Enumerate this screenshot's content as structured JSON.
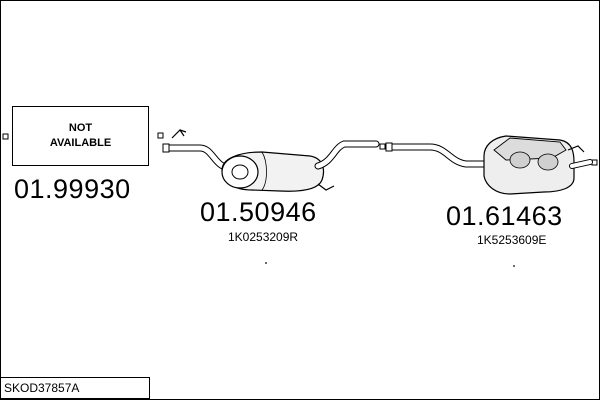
{
  "diagram": {
    "parts": [
      {
        "part_number": "01.99930",
        "image_text_line1": "NOT",
        "image_text_line2": "AVAILABLE",
        "oem": ""
      },
      {
        "part_number": "01.50946",
        "oem": "1K0253209R"
      },
      {
        "part_number": "01.61463",
        "oem": "1K5253609E"
      }
    ],
    "system_code": "SKOD37857A"
  },
  "colors": {
    "line": "#000000",
    "pipe_fill": "#ffffff",
    "muffler_fill": "#f0f0f0"
  }
}
